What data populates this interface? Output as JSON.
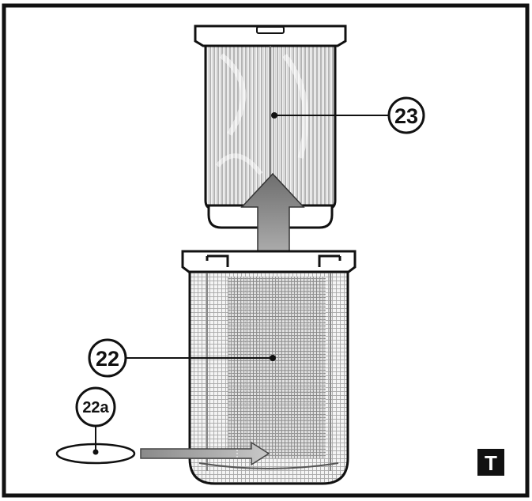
{
  "callouts": {
    "upper_filter": "23",
    "lower_filter": "22",
    "flat_filter": "22a"
  },
  "corner_badge": "T",
  "colors": {
    "frame": "#111111",
    "mesh_fine": "#b9b9b9",
    "mesh_dark": "#7a7a7a",
    "arrow_fill": "#8c8c8c",
    "background": "#ffffff"
  },
  "icons": {
    "upper_filter": "pleated-cylinder-filter-icon",
    "lower_filter": "mesh-basket-filter-icon",
    "flat_filter": "flat-disc-filter-icon",
    "insert_arrow": "up-arrow-icon",
    "slide_arrow": "right-arrow-icon"
  }
}
